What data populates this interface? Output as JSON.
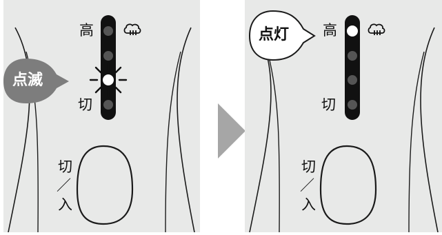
{
  "panels": [
    {
      "label_high": "高",
      "label_off": "切",
      "callout_text": "点滅",
      "callout_style": "dark",
      "button_label_top": "切",
      "button_label_sep": "／",
      "button_label_bottom": "入",
      "steam_icon": "steam-icon",
      "indicator_state": "blinking"
    },
    {
      "label_high": "高",
      "label_off": "切",
      "callout_text": "点灯",
      "callout_style": "light",
      "button_label_top": "切",
      "button_label_sep": "／",
      "button_label_bottom": "入",
      "steam_icon": "steam-icon",
      "indicator_state": "lit"
    }
  ],
  "arrow_icon": "arrow-right-icon",
  "colors": {
    "body": "#e8e9e8",
    "outline": "#1a1a1a",
    "led_off": "#555555",
    "led_on": "#ffffff",
    "callout_dark": "#7d7d7d",
    "arrow": "#a6a6a6"
  }
}
